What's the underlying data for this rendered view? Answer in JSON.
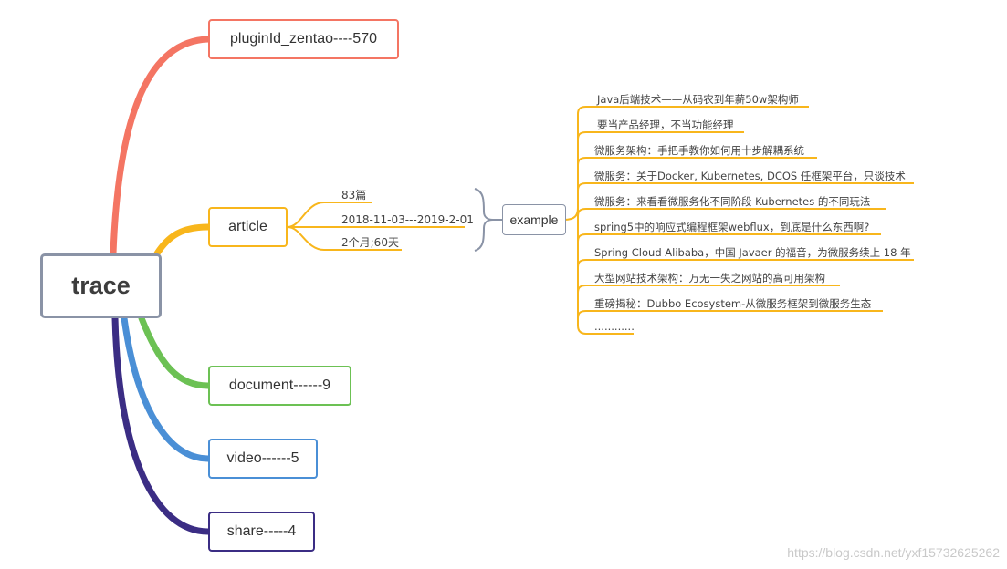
{
  "root": {
    "label": "trace"
  },
  "branches": {
    "plugin": {
      "label": "pluginId_zentao----570",
      "color": "#f47563"
    },
    "article": {
      "label": "article",
      "color": "#f8b61c",
      "details": [
        "83篇",
        "2018-11-03---2019-2-01",
        "2个月;60天"
      ],
      "example": {
        "label": "example",
        "items": [
          "Java后端技术——从码农到年薪50w架构师",
          "要当产品经理，不当功能经理",
          "微服务架构：手把手教你如何用十步解耦系统",
          "微服务：关于Docker, Kubernetes, DCOS 任框架平台，只谈技术",
          "微服务：来看看微服务化不同阶段 Kubernetes 的不同玩法",
          "spring5中的响应式编程框架webflux，到底是什么东西啊?",
          "Spring Cloud Alibaba，中国 Javaer 的福音，为微服务续上 18 年",
          "大型网站技术架构：万无一失之网站的高可用架构",
          "重磅揭秘：Dubbo Ecosystem-从微服务框架到微服务生态",
          "............"
        ]
      }
    },
    "document": {
      "label": "document------9",
      "color": "#6cc154"
    },
    "video": {
      "label": "video------5",
      "color": "#4a8fd6"
    },
    "share": {
      "label": "share-----4",
      "color": "#3b2d84"
    }
  },
  "watermark": "https://blog.csdn.net/yxf15732625262"
}
